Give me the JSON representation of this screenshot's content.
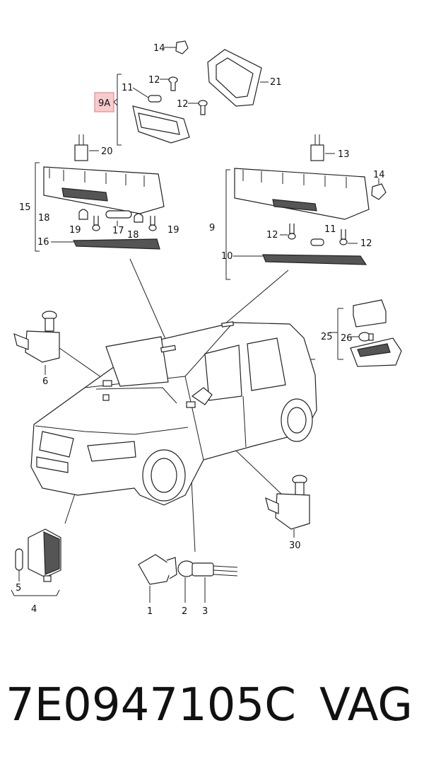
{
  "highlight": {
    "label": "9A",
    "color": "#e88a8a"
  },
  "callouts": [
    {
      "id": "c14a",
      "text": "14"
    },
    {
      "id": "c12a",
      "text": "12"
    },
    {
      "id": "c11a",
      "text": "11"
    },
    {
      "id": "c12b",
      "text": "12"
    },
    {
      "id": "c21",
      "text": "21"
    },
    {
      "id": "c20",
      "text": "20"
    },
    {
      "id": "c13",
      "text": "13"
    },
    {
      "id": "c14b",
      "text": "14"
    },
    {
      "id": "c15",
      "text": "15"
    },
    {
      "id": "c18a",
      "text": "18"
    },
    {
      "id": "c19a",
      "text": "19"
    },
    {
      "id": "c17",
      "text": "17"
    },
    {
      "id": "c18b",
      "text": "18"
    },
    {
      "id": "c19b",
      "text": "19"
    },
    {
      "id": "c16",
      "text": "16"
    },
    {
      "id": "c9",
      "text": "9"
    },
    {
      "id": "c12c",
      "text": "12"
    },
    {
      "id": "c11b",
      "text": "11"
    },
    {
      "id": "c12d",
      "text": "12"
    },
    {
      "id": "c10",
      "text": "10"
    },
    {
      "id": "c25",
      "text": "25"
    },
    {
      "id": "c26",
      "text": "26"
    },
    {
      "id": "c6",
      "text": "6"
    },
    {
      "id": "c30",
      "text": "30"
    },
    {
      "id": "c5",
      "text": "5"
    },
    {
      "id": "c4",
      "text": "4"
    },
    {
      "id": "c1",
      "text": "1"
    },
    {
      "id": "c2",
      "text": "2"
    },
    {
      "id": "c3",
      "text": "3"
    }
  ],
  "footer": {
    "part_number": "7E0947105C",
    "brand": "VAG"
  }
}
